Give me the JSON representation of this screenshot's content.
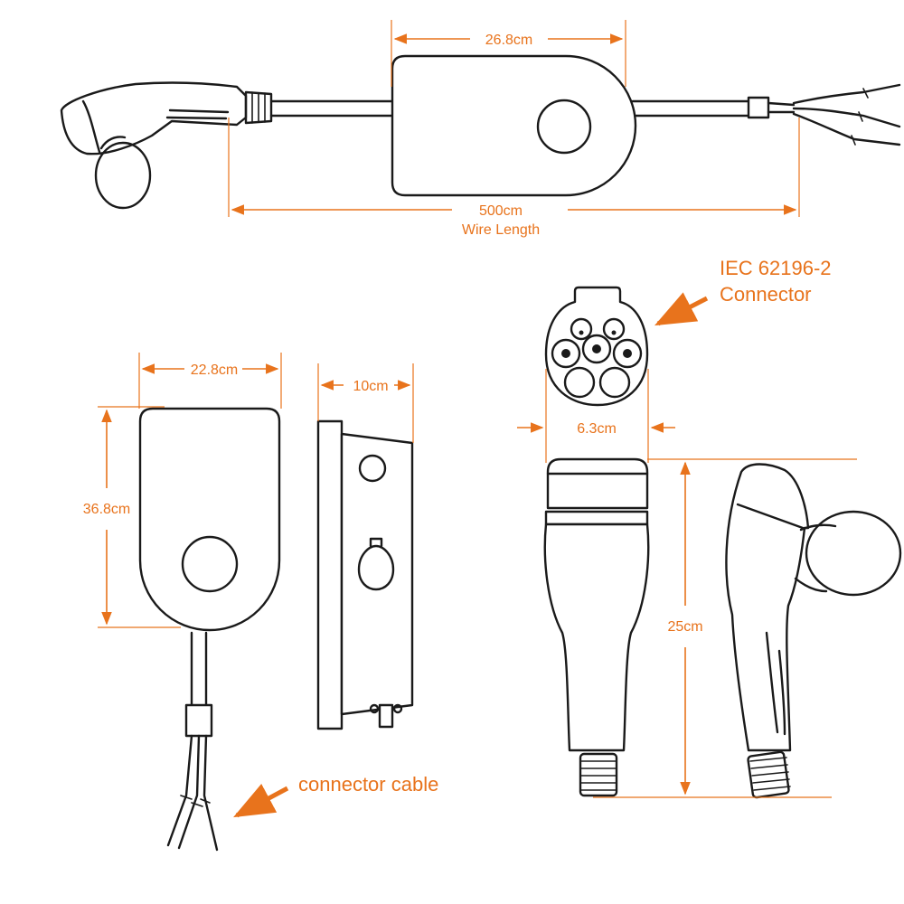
{
  "top_view": {
    "box_width_label": "26.8cm",
    "wire_length_value": "500cm",
    "wire_length_caption": "Wire Length"
  },
  "front_view": {
    "width_label": "22.8cm",
    "height_label": "36.8cm"
  },
  "side_view": {
    "depth_label": "10cm"
  },
  "connector_face": {
    "standard_label_line1": "IEC 62196-2",
    "standard_label_line2": "Connector",
    "width_label": "6.3cm"
  },
  "plug_view": {
    "length_label": "25cm"
  },
  "callouts": {
    "connector_cable_label": "connector cable"
  },
  "colors": {
    "accent": "#e8731c",
    "line": "#1a1a1a",
    "background": "#ffffff"
  }
}
